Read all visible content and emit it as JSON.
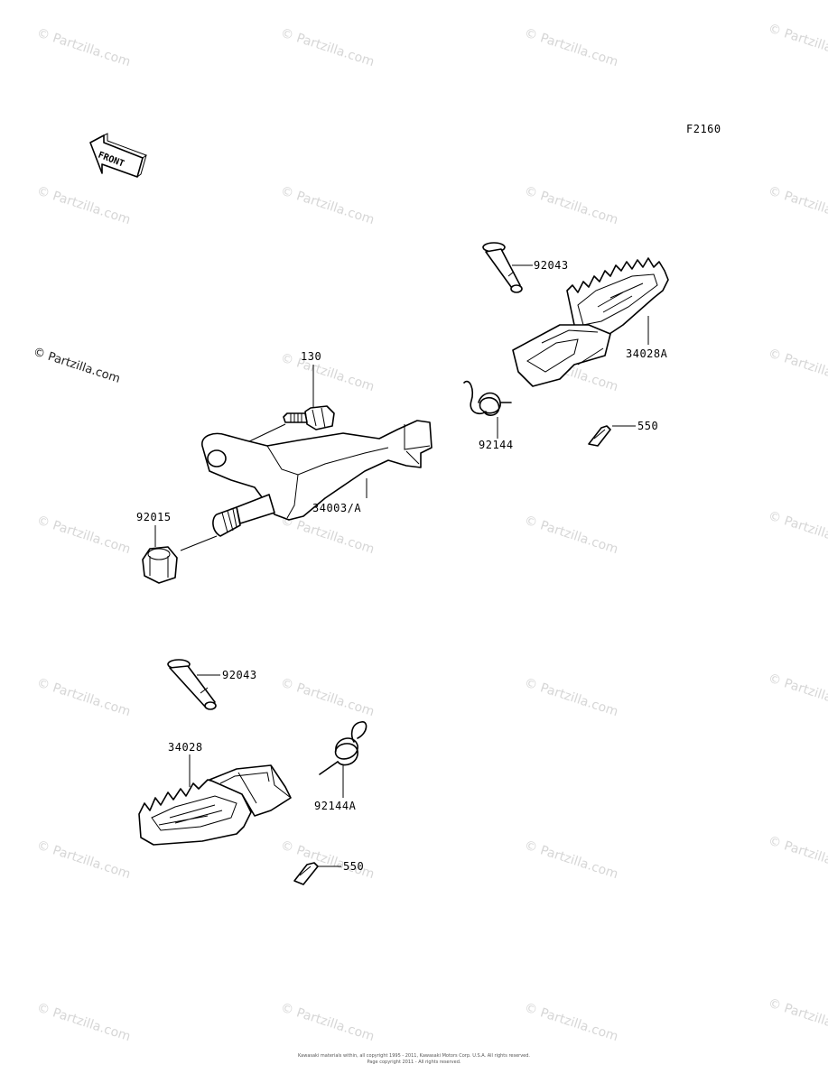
{
  "figure_code": "F2160",
  "front_arrow_label": "FRONT",
  "watermark_text": "© Partzilla.com",
  "side_copyright": "© Partzilla.com",
  "copyright_lines": [
    "Kawasaki materials within, all copyright 1995 - 2011, Kawasaki Motors Corp. U.S.A. All rights reserved.",
    "Page copyright 2011 - All rights reserved."
  ],
  "parts": {
    "pin_upper": "92043",
    "footpeg_upper": "34028A",
    "bolt": "130",
    "spring_upper": "92144",
    "cotter_upper": "550",
    "nut": "92015",
    "bracket": "34003/A",
    "pin_lower": "92043",
    "footpeg_lower": "34028",
    "spring_lower": "92144A",
    "cotter_lower": "550"
  }
}
